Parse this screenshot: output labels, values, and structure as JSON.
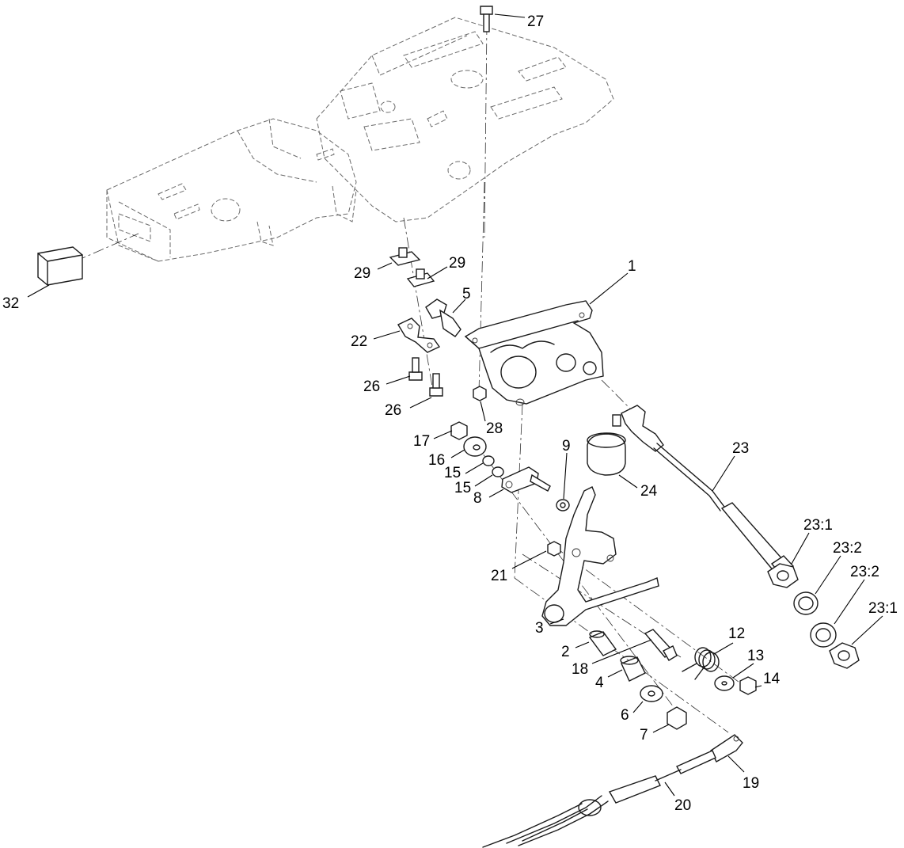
{
  "callouts": {
    "c27": "27",
    "c32": "32",
    "c29a": "29",
    "c29b": "29",
    "c1": "1",
    "c5": "5",
    "c22": "22",
    "c26a": "26",
    "c26b": "26",
    "c28": "28",
    "c17": "17",
    "c16": "16",
    "c15a": "15",
    "c15b": "15",
    "c8": "8",
    "c9": "9",
    "c24": "24",
    "c23": "23",
    "c23_1a": "23:1",
    "c23_2a": "23:2",
    "c23_2b": "23:2",
    "c23_1b": "23:1",
    "c21": "21",
    "c3": "3",
    "c2": "2",
    "c18": "18",
    "c12": "12",
    "c13": "13",
    "c14": "14",
    "c4": "4",
    "c6": "6",
    "c7": "7",
    "c19": "19",
    "c20": "20"
  }
}
